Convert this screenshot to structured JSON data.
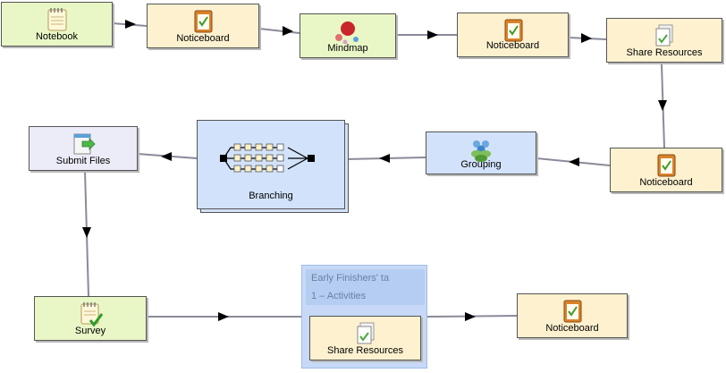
{
  "activities": {
    "notebook": {
      "label": "Notebook",
      "icon": "notebook-icon"
    },
    "noticeboard1": {
      "label": "Noticeboard",
      "icon": "noticeboard-icon"
    },
    "mindmap": {
      "label": "Mindmap",
      "icon": "mindmap-icon"
    },
    "noticeboard2": {
      "label": "Noticeboard",
      "icon": "noticeboard-icon"
    },
    "share1": {
      "label": "Share Resources",
      "icon": "share-resources-icon"
    },
    "noticeboard3": {
      "label": "Noticeboard",
      "icon": "noticeboard-icon"
    },
    "grouping": {
      "label": "Grouping",
      "icon": "grouping-icon"
    },
    "branching": {
      "label": "Branching",
      "icon": "branching-icon"
    },
    "submit": {
      "label": "Submit Files",
      "icon": "submit-files-icon"
    },
    "survey": {
      "label": "Survey",
      "icon": "survey-icon"
    },
    "share2": {
      "label": "Share Resources",
      "icon": "share-resources-icon"
    },
    "noticeboard4": {
      "label": "Noticeboard",
      "icon": "noticeboard-icon"
    }
  },
  "optional_group": {
    "title": "Early Finishers' ta",
    "count_label": "1 – Activities"
  },
  "colors": {
    "tool_node": "#e9f7c6",
    "resource_node": "#fdf1cf",
    "grouping_node": "#d2e2fa",
    "submit_node": "#ecebf8",
    "optional_group": "#c7d9f6",
    "connector": "#8a8a9a",
    "arrow": "#000000"
  }
}
